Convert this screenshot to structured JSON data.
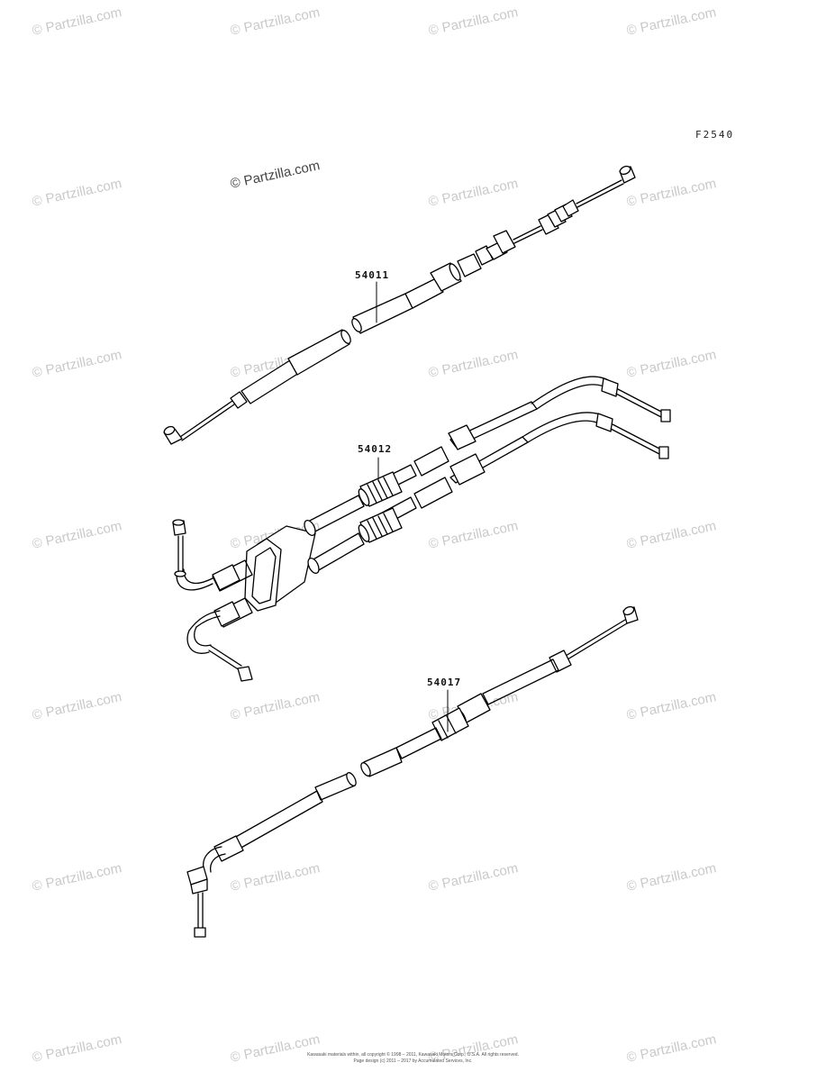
{
  "figure_code": "F2540",
  "watermark_main": "© Partzilla.com",
  "watermark_tile": "© Partzilla.com",
  "parts": [
    {
      "number": "54011"
    },
    {
      "number": "54012"
    },
    {
      "number": "54017"
    }
  ],
  "footer": {
    "line1": "Kawasaki materials within, all copyright © 1998 – 2011, Kawasaki Motors Corp., U.S.A. All rights reserved.",
    "line2": "Page design (c) 2011 – 2017 by Accumulated Services, Inc."
  }
}
